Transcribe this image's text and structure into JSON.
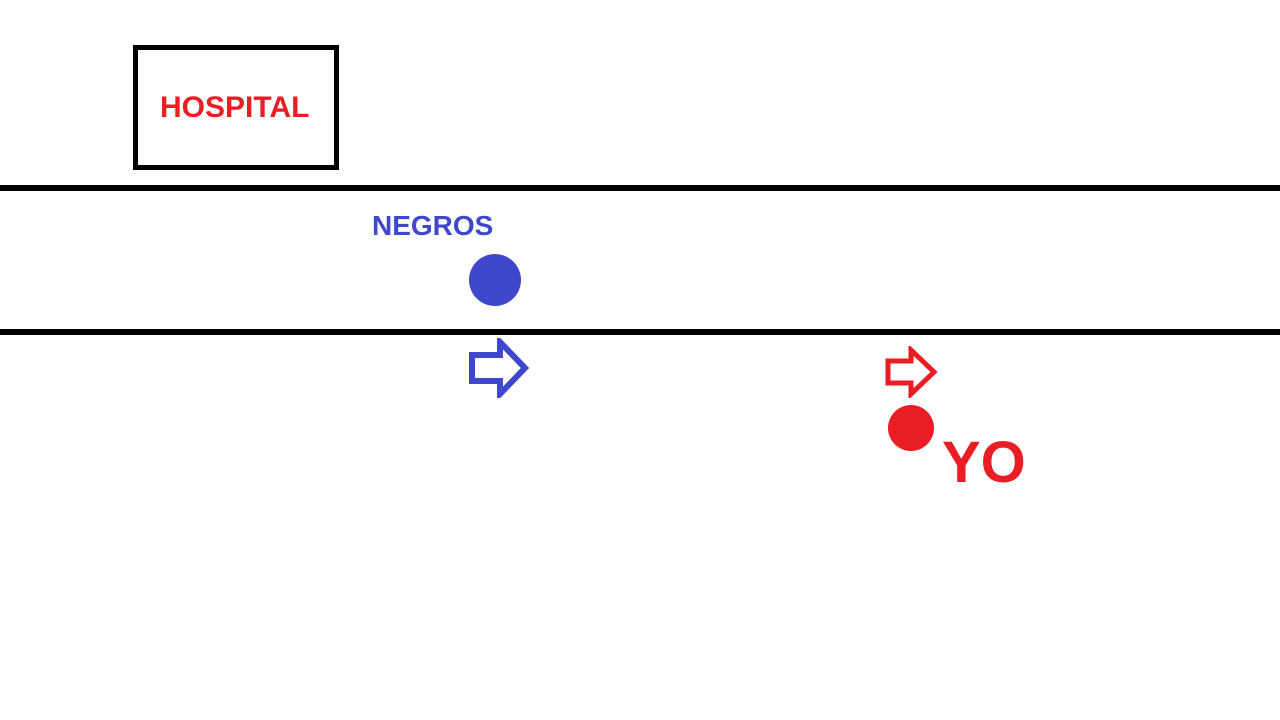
{
  "hospital": {
    "label": "HOSPITAL"
  },
  "negros": {
    "label": "NEGROS"
  },
  "yo": {
    "label": "YO"
  },
  "icons": {
    "blue_arrow": "right-arrow-icon",
    "red_arrow": "right-arrow-icon"
  },
  "colors": {
    "red": "#ea1d24",
    "blue": "#3f48cc",
    "line": "#000000",
    "background": "#ffffff"
  }
}
